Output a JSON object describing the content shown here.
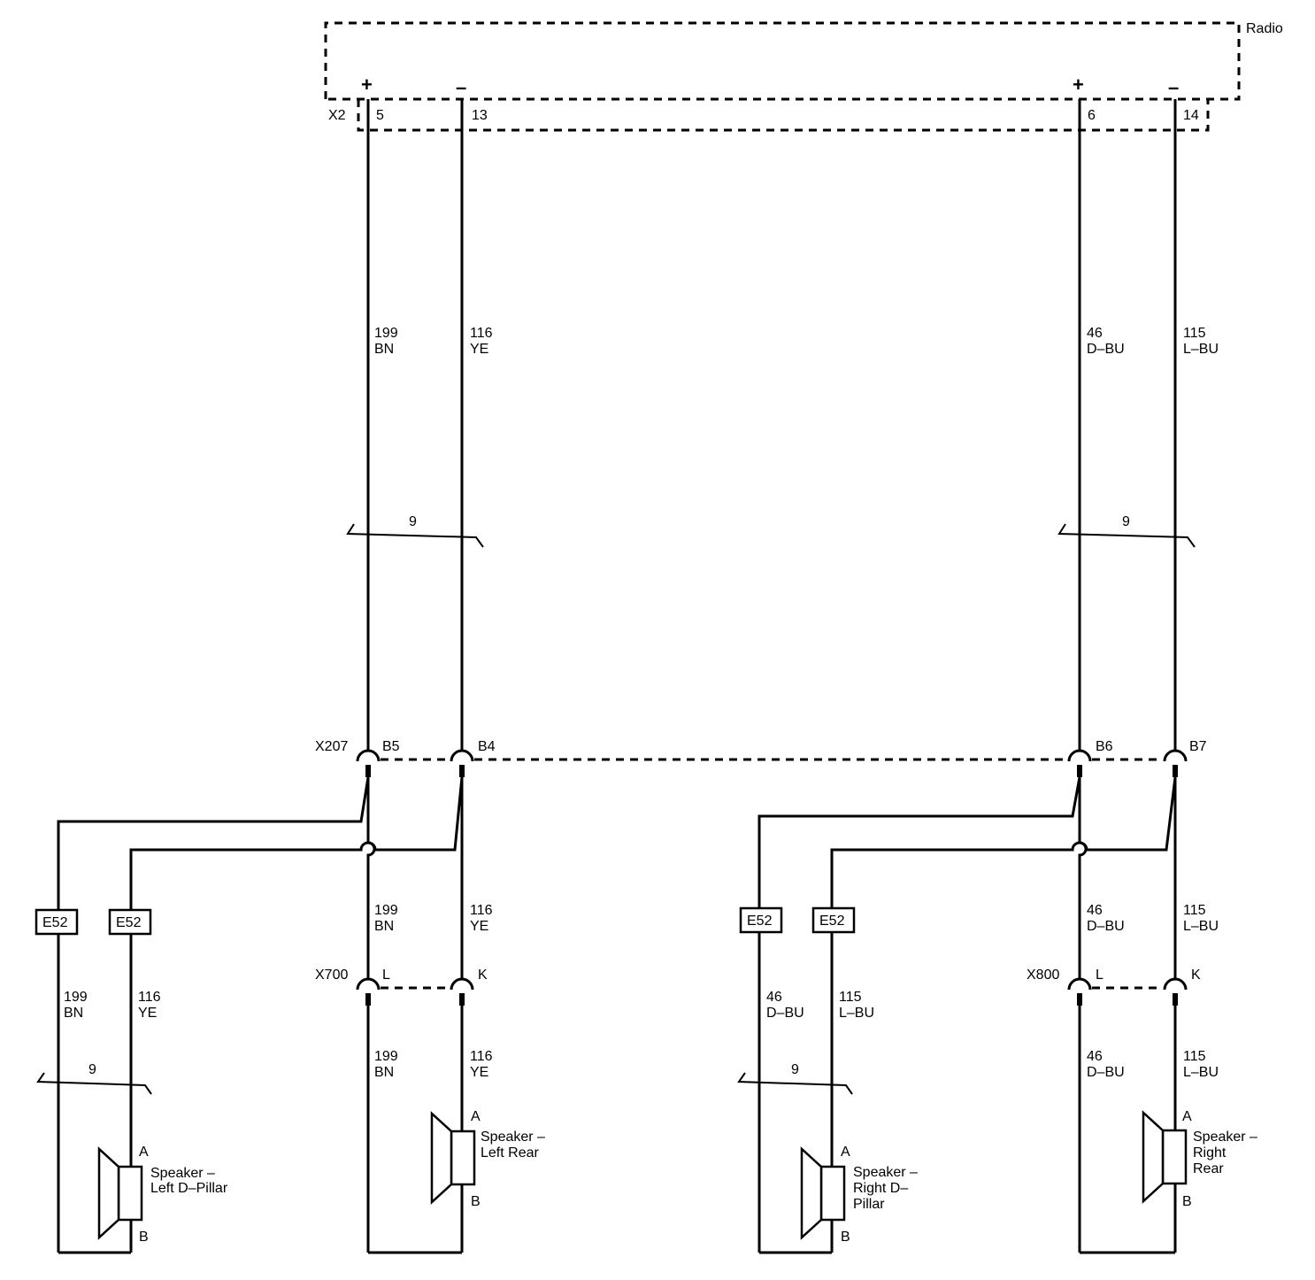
{
  "radio": {
    "label": "Radio",
    "connector": "X2",
    "pins": [
      "5",
      "13",
      "6",
      "14"
    ],
    "polarity": [
      "+",
      "–",
      "+",
      "–"
    ]
  },
  "wires": [
    {
      "circuit": "199",
      "color": "BN"
    },
    {
      "circuit": "116",
      "color": "YE"
    },
    {
      "circuit": "46",
      "color": "D–BU"
    },
    {
      "circuit": "115",
      "color": "L–BU"
    }
  ],
  "twist_count": "9",
  "x207": {
    "name": "X207",
    "pins": [
      "B5",
      "B4",
      "B6",
      "B7"
    ]
  },
  "x700": {
    "name": "X700",
    "pins": [
      "L",
      "K"
    ]
  },
  "x800": {
    "name": "X800",
    "pins": [
      "L",
      "K"
    ]
  },
  "splice_label": "E52",
  "speakers": {
    "left_d_pillar": {
      "lines": [
        "Speaker –",
        "Left D–Pillar"
      ],
      "terminal_a": "A",
      "terminal_b": "B"
    },
    "left_rear": {
      "lines": [
        "Speaker –",
        "Left Rear"
      ],
      "terminal_a": "A",
      "terminal_b": "B"
    },
    "right_d_pillar": {
      "lines": [
        "Speaker –",
        "Right D–",
        "Pillar"
      ],
      "terminal_a": "A",
      "terminal_b": "B"
    },
    "right_rear": {
      "lines": [
        "Speaker –",
        "Right",
        "Rear"
      ],
      "terminal_a": "A",
      "terminal_b": "B"
    }
  }
}
